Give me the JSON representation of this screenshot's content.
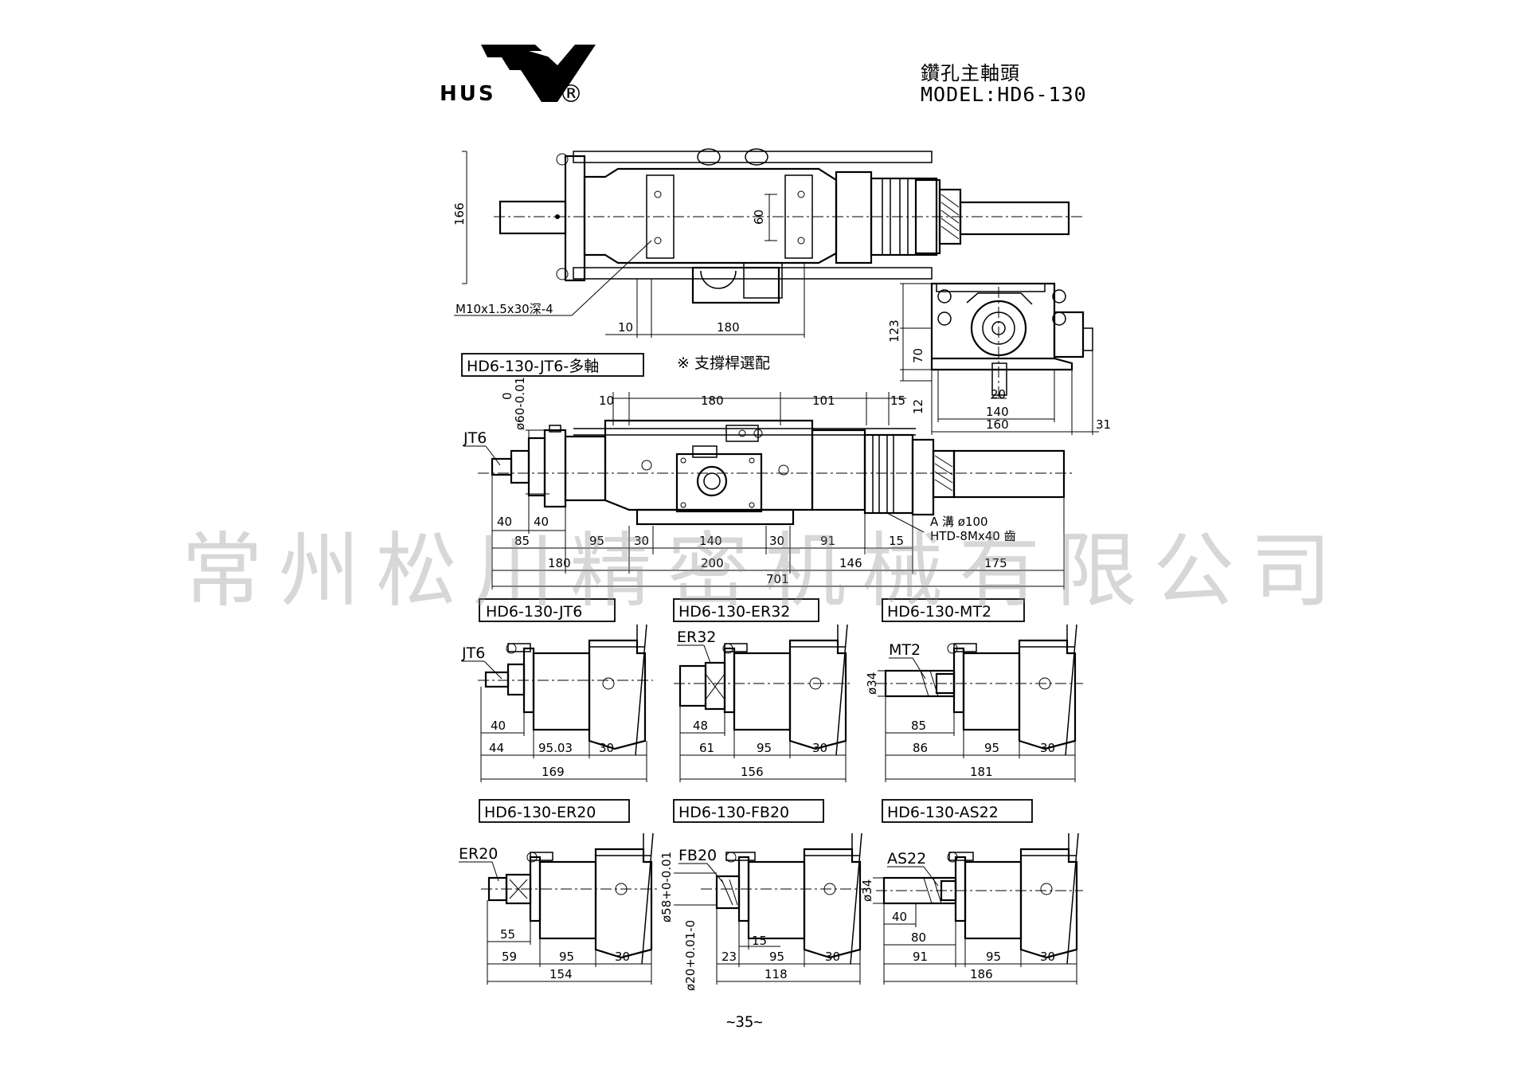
{
  "header": {
    "brand": "HUS",
    "registered_mark": "®",
    "title_cn": "鑽孔主軸頭",
    "model": "MODEL:HD6-130"
  },
  "top_view": {
    "dims": [
      "166",
      "60",
      "10",
      "180"
    ],
    "note": "M10x1.5x30深-4"
  },
  "end_view": {
    "dims": [
      "123",
      "70",
      "12",
      "20",
      "140",
      "160",
      "31"
    ]
  },
  "main_view": {
    "variant_box": "HD6-130-JT6-多軸",
    "support_note": "※  支撐桿選配",
    "spindle_label": "JT6",
    "dim_top": [
      "10",
      "180",
      "101",
      "15"
    ],
    "dim_vertical": "ø60-0.01",
    "dim_vertical_upper": "0",
    "dim_row1": [
      "40",
      "40"
    ],
    "dim_row2": [
      "85",
      "95",
      "30",
      "140",
      "30",
      "91",
      "15"
    ],
    "dim_row3": [
      "180",
      "200",
      "146",
      "175"
    ],
    "dim_total": "701",
    "pulley_note1": "A 溝 ø100",
    "pulley_note2": "HTD-8Mx40 齒"
  },
  "variants": [
    {
      "title": "HD6-130-JT6",
      "tool": "JT6",
      "dims": [
        "40",
        "44",
        "95.03",
        "30",
        "169"
      ]
    },
    {
      "title": "HD6-130-ER32",
      "tool": "ER32",
      "dims": [
        "48",
        "61",
        "95",
        "30",
        "156"
      ]
    },
    {
      "title": "HD6-130-MT2",
      "tool": "MT2",
      "dia": "ø34",
      "dims": [
        "85",
        "86",
        "95",
        "30",
        "181"
      ]
    },
    {
      "title": "HD6-130-ER20",
      "tool": "ER20",
      "dims": [
        "55",
        "59",
        "95",
        "30",
        "154"
      ]
    },
    {
      "title": "HD6-130-FB20",
      "tool": "FB20",
      "dia1": "ø58+0-0.01",
      "dia2": "ø20+0.01-0",
      "dims": [
        "15",
        "23",
        "95",
        "30",
        "118"
      ]
    },
    {
      "title": "HD6-130-AS22",
      "tool": "AS22",
      "dia": "ø34",
      "dims": [
        "40",
        "80",
        "91",
        "95",
        "30",
        "186"
      ]
    }
  ],
  "watermark": "常州松川精密机械有限公司",
  "footer": {
    "page": "~35~"
  }
}
